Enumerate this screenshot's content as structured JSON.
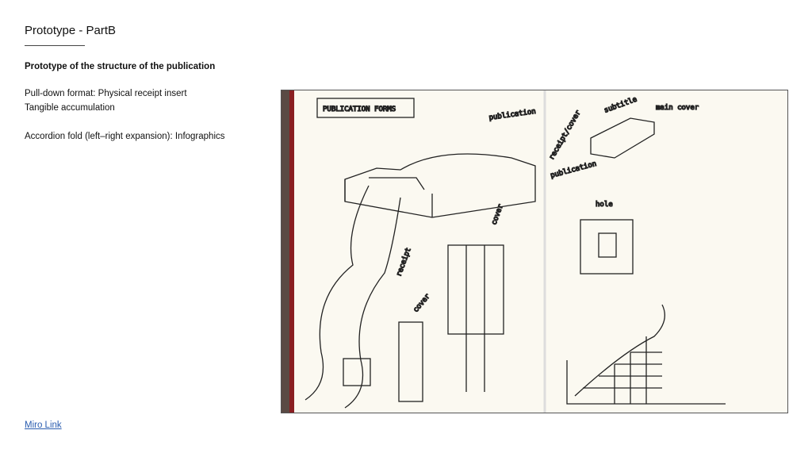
{
  "slide": {
    "title": "Prototype - PartB",
    "subtitle": "Prototype of the structure of the publication",
    "lines": [
      "Pull-down format: Physical receipt insert",
      "Tangible accumulation",
      "Accordion fold (left–right expansion): Infographics"
    ],
    "link_label": "Miro Link"
  },
  "sketch_labels": {
    "heading": "PUBLICATION FORMS",
    "publication": "publication",
    "cover": "cover",
    "receipt": "receipt",
    "cover_small": "cover",
    "subtitle": "subtitle",
    "main_cover": "main cover",
    "receipt_cover": "receipt/cover",
    "publication_small": "publication",
    "hole": "hole"
  }
}
